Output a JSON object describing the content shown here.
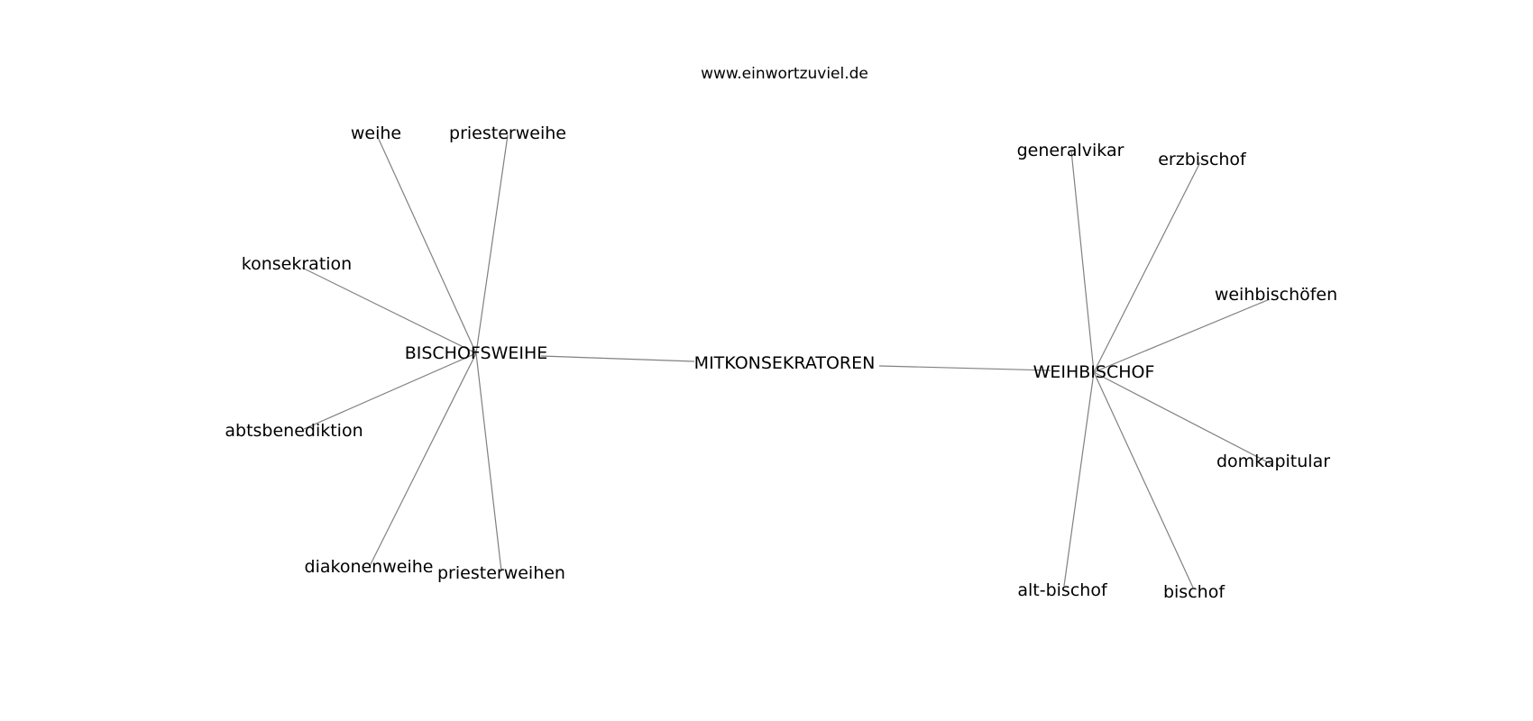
{
  "title": "www.einwortzuviel.de",
  "nodes": [
    {
      "id": "mitkonsekratoren",
      "label": "MITKONSEKRATOREN"
    },
    {
      "id": "bischofsweihe",
      "label": "BISCHOFSWEIHE"
    },
    {
      "id": "weihbischof",
      "label": "WEIHBISCHOF"
    },
    {
      "id": "weihe",
      "label": "weihe"
    },
    {
      "id": "priesterweihe",
      "label": "priesterweihe"
    },
    {
      "id": "konsekration",
      "label": "konsekration"
    },
    {
      "id": "abtsbenediktion",
      "label": "abtsbenediktion"
    },
    {
      "id": "diakonenweihe",
      "label": "diakonenweihe"
    },
    {
      "id": "priesterweihen",
      "label": "priesterweihen"
    },
    {
      "id": "generalvikar",
      "label": "generalvikar"
    },
    {
      "id": "erzbischof",
      "label": "erzbischof"
    },
    {
      "id": "weihbischoefen",
      "label": "weihbischöfen"
    },
    {
      "id": "domkapitular",
      "label": "domkapitular"
    },
    {
      "id": "alt-bischof",
      "label": "alt-bischof"
    },
    {
      "id": "bischof",
      "label": "bischof"
    }
  ],
  "edges": [
    [
      "bischofsweihe",
      "mitkonsekratoren"
    ],
    [
      "mitkonsekratoren",
      "weihbischof"
    ],
    [
      "bischofsweihe",
      "weihe"
    ],
    [
      "bischofsweihe",
      "priesterweihe"
    ],
    [
      "bischofsweihe",
      "konsekration"
    ],
    [
      "bischofsweihe",
      "abtsbenediktion"
    ],
    [
      "bischofsweihe",
      "diakonenweihe"
    ],
    [
      "bischofsweihe",
      "priesterweihen"
    ],
    [
      "weihbischof",
      "generalvikar"
    ],
    [
      "weihbischof",
      "erzbischof"
    ],
    [
      "weihbischof",
      "weihbischoefen"
    ],
    [
      "weihbischof",
      "domkapitular"
    ],
    [
      "weihbischof",
      "alt-bischof"
    ],
    [
      "weihbischof",
      "bischof"
    ]
  ]
}
